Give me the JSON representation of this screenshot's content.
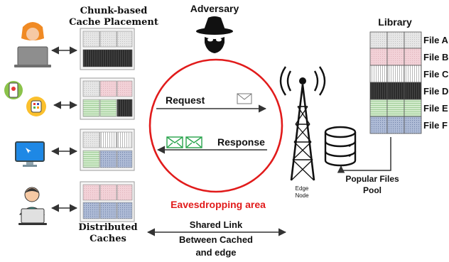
{
  "titles": {
    "cache_placement": [
      "Chunk-based",
      "Cache Placement"
    ],
    "distributed": [
      "Distributed",
      "Caches"
    ],
    "adversary": "Adversary",
    "library": "Library"
  },
  "labels": {
    "request": "Request",
    "response": "Response",
    "eavesdropping": "Eavesdropping area",
    "edge_node": [
      "Edge",
      "Node"
    ],
    "popular_pool": [
      "Popular Files",
      "Pool"
    ],
    "shared_link": [
      "Shared Link",
      "Between Cached",
      "and edge"
    ]
  },
  "library_files": [
    "File A",
    "File B",
    "File C",
    "File D",
    "File E",
    "File F"
  ],
  "colors": {
    "file_a": "#e8e8e8",
    "file_b": "#f1d0d6",
    "file_c": "#ffffff",
    "file_d": "#2a2a2a",
    "file_e": "#cfe8c9",
    "file_f": "#a9b8d6",
    "eavesdrop_red": "#e11b1b"
  },
  "icons": {
    "users": [
      "laptop-user-icon",
      "phone-watch-icon",
      "monitor-icon",
      "laptop-user-icon"
    ],
    "adversary": "spy-hat-icon",
    "tower": "antenna-tower-icon",
    "server": "database-icon",
    "envelope": "envelope-icon"
  }
}
